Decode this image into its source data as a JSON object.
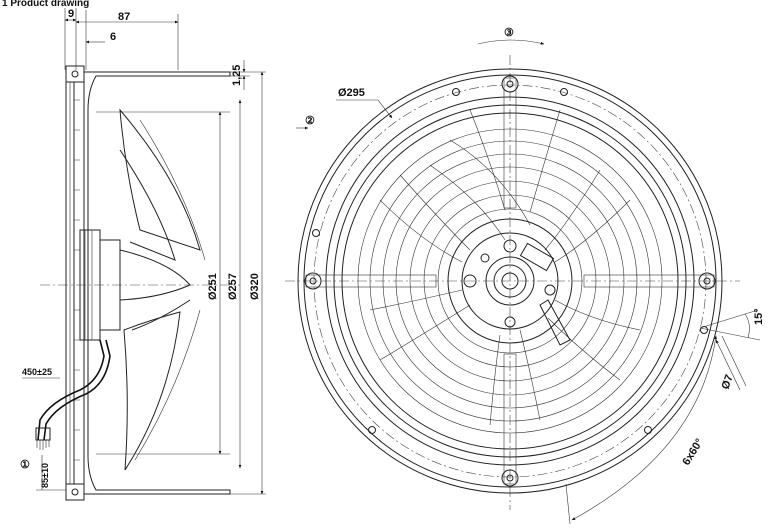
{
  "title": "1 Product drawing",
  "side_view": {
    "dims": {
      "d9": "9",
      "d87": "87",
      "d6": "6",
      "d125": "1,25",
      "d251": "Ø251",
      "d257": "Ø257",
      "d320": "Ø320",
      "cable": "450±25",
      "bottom": "85±10"
    },
    "callout_1": "①"
  },
  "front_view": {
    "dims": {
      "d295": "Ø295",
      "d7": "Ø7",
      "angle15": "15°",
      "holes": "6x60°"
    },
    "callout_2": "②",
    "callout_3": "③"
  }
}
